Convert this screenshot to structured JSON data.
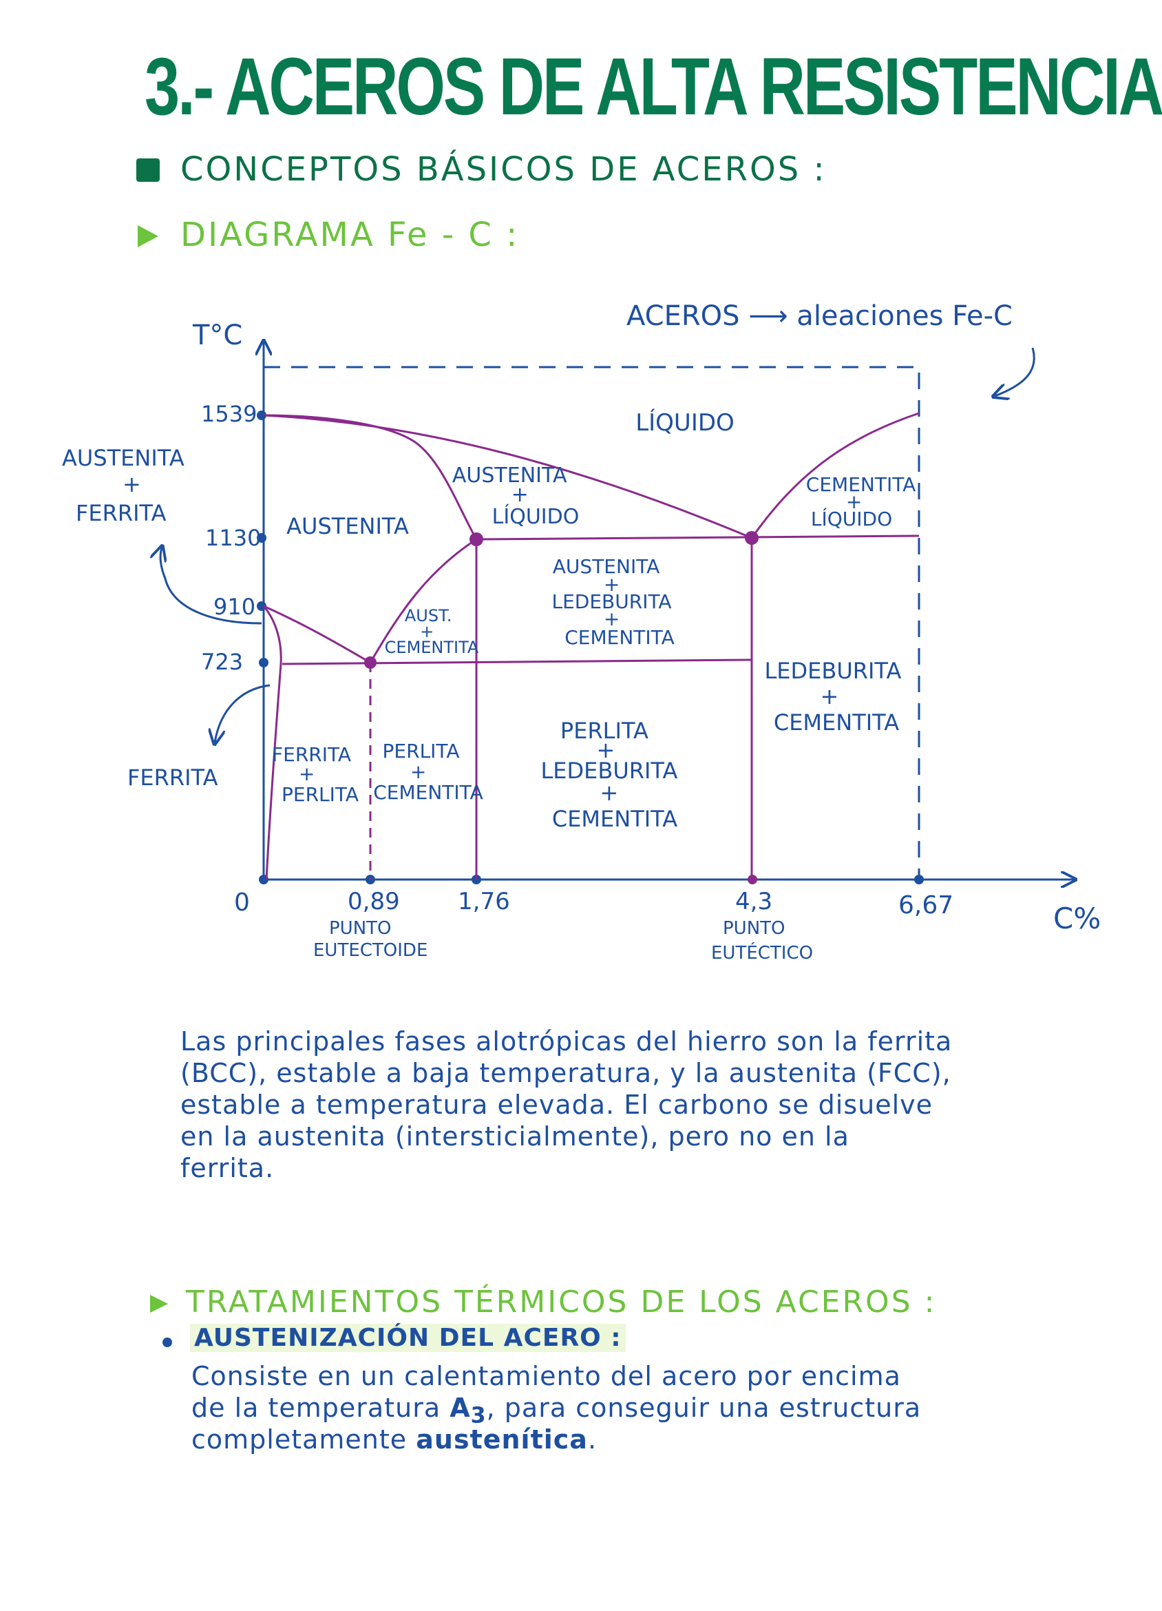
{
  "title": "3.- ACEROS DE ALTA RESISTENCIA",
  "section1": "CONCEPTOS BÁSICOS DE ACEROS :",
  "section2": "DIAGRAMA Fe - C :",
  "diagram": {
    "note": "ACEROS ⟶ aleaciones Fe-C",
    "y_axis_label": "T°C",
    "x_axis_label": "C%",
    "y_ticks": [
      "1539",
      "1130",
      "910",
      "723"
    ],
    "x_ticks": [
      "0",
      "0,89",
      "1,76",
      "4,3",
      "6,67"
    ],
    "point_labels": [
      "PUNTO",
      "EUTECTOIDE",
      "PUNTO",
      "EUTÉCTICO"
    ],
    "outside_labels": {
      "austenita_ferrita": [
        "AUSTENITA",
        "+",
        "FERRITA"
      ],
      "ferrita": "FERRITA"
    },
    "regions": {
      "liquido": "LÍQUIDO",
      "austenita": "AUSTENITA",
      "aust_liq": [
        "AUSTENITA",
        "+",
        "LÍQUIDO"
      ],
      "cem_liq": [
        "CEMENTITA",
        "+",
        "LÍQUIDO"
      ],
      "aust_led_cem": [
        "AUSTENITA",
        "+",
        "LEDEBURITA",
        "+",
        "CEMENTITA"
      ],
      "aust_cem": [
        "AUST.",
        "+",
        "CEMENTITA"
      ],
      "led_cem": [
        "LEDEBURITA",
        "+",
        "CEMENTITA"
      ],
      "fer_per": [
        "FERRITA",
        "+",
        "PERLITA"
      ],
      "per_cem": [
        "PERLITA",
        "+",
        "CEMENTITA"
      ],
      "per_led_cem": [
        "PERLITA",
        "+",
        "LEDEBURITA",
        "+",
        "CEMENTITA"
      ]
    },
    "colors": {
      "ink": "#1e4fa0",
      "phase_lines": "#8a2a8c"
    }
  },
  "paragraph": [
    "Las principales fases alotrópicas del hierro son la ferrita",
    "(BCC), estable a baja temperatura, y la austenita (FCC),",
    "estable a temperatura elevada. El carbono se disuelve",
    "en la austenita (intersticialmente), pero no en la",
    "ferrita."
  ],
  "section3": "TRATAMIENTOS TÉRMICOS DE LOS ACEROS :",
  "bullet1": {
    "heading": "AUSTENIZACIÓN DEL ACERO :",
    "line1": "Consiste en un calentamiento del acero por encima",
    "line2_a": "de la temperatura ",
    "line2_b": "A",
    "line2_sub": "3",
    "line2_c": ", para conseguir una estructura",
    "line3_a": "completamente ",
    "line3_b": "austenítica",
    "line3_c": "."
  }
}
